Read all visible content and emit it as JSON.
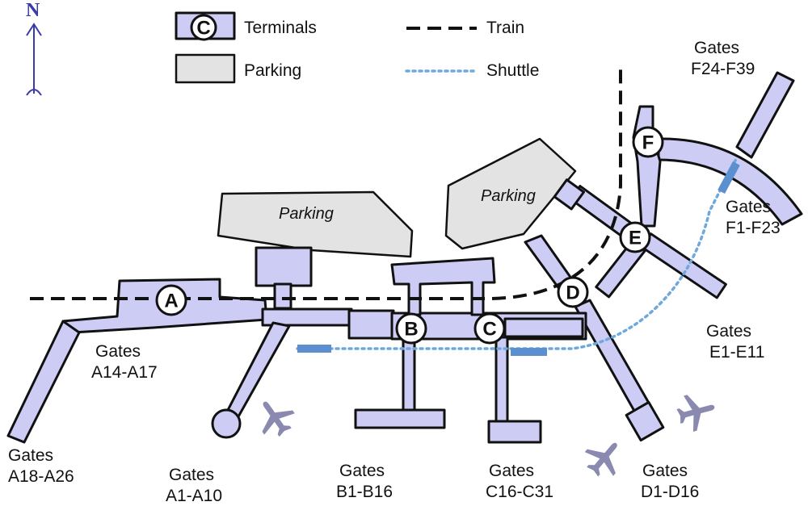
{
  "compass": {
    "letter": "N"
  },
  "legend": {
    "terminals": {
      "label": "Terminals",
      "letter": "C"
    },
    "parking": {
      "label": "Parking"
    },
    "train": {
      "label": "Train"
    },
    "shuttle": {
      "label": "Shuttle"
    }
  },
  "parking_lots": {
    "west": "Parking",
    "east": "Parking"
  },
  "terminals": {
    "a": "A",
    "b": "B",
    "c": "C",
    "d": "D",
    "e": "E",
    "f": "F"
  },
  "gates": {
    "a18_a26": {
      "line1": "Gates",
      "line2": "A18-A26"
    },
    "a14_a17": {
      "line1": "Gates",
      "line2": "A14-A17"
    },
    "a1_a10": {
      "line1": "Gates",
      "line2": "A1-A10"
    },
    "b1_b16": {
      "line1": "Gates",
      "line2": "B1-B16"
    },
    "c16_c31": {
      "line1": "Gates",
      "line2": "C16-C31"
    },
    "d1_d16": {
      "line1": "Gates",
      "line2": "D1-D16"
    },
    "e1_e11": {
      "line1": "Gates",
      "line2": "E1-E11"
    },
    "f1_f23": {
      "line1": "Gates",
      "line2": "F1-F23"
    },
    "f24_f39": {
      "line1": "Gates",
      "line2": "F24-F39"
    }
  },
  "colors": {
    "terminal_fill": "#ccccf5",
    "parking_fill": "#e3e3e3",
    "shuttle": "#6fa9dc",
    "shuttle_station": "#5b8fd0",
    "compass": "#3a3aa8",
    "plane": "#8a8ab0",
    "outline": "#111111"
  }
}
